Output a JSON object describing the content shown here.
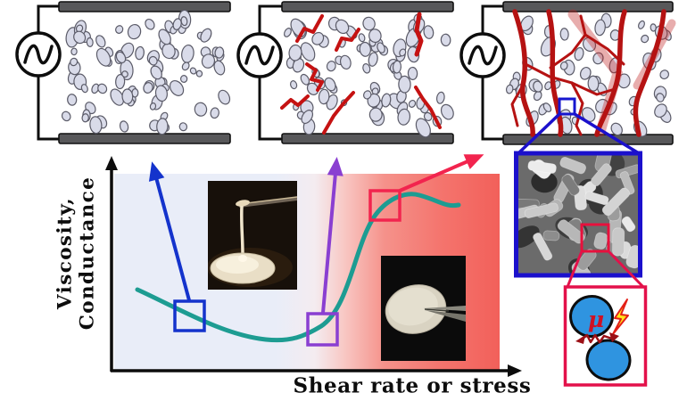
{
  "axes": {
    "y_label_line1": "Viscosity,",
    "y_label_line2": "Conductance",
    "x_label": "Shear rate or stress"
  },
  "insets": {
    "contact": {
      "mu_label": "μ"
    }
  },
  "icons": {
    "ac_source": "sine-wave-in-circle",
    "lightning": "lightning-bolt",
    "zoom_callouts": [
      "blue-square-callout",
      "red-square-callout"
    ]
  },
  "chart": {
    "type": "line",
    "curve_shape": "shear-thinning decrease, minimum, steep shear-thickening rise, high plateau",
    "x_axis": "Shear rate or stress (unlabeled arrow axis)",
    "y_axis": "Viscosity, Conductance (unlabeled arrow axis)",
    "markers": [
      "blue-square low-shear state",
      "purple-square onset state",
      "crimson-square thickened state"
    ]
  },
  "colors": {
    "curve_teal": "#1d9c92",
    "marker_blue": "#1433cc",
    "marker_purple": "#8a3fd1",
    "marker_crimson": "#f2244e",
    "network_red": "#b51212",
    "chain_red": "#c51212",
    "particle_fill": "#d9dbe9",
    "electrode_gray": "#58585a",
    "plot_gradient_left": "#e9edf8",
    "plot_gradient_right": "#f2615a",
    "contact_particle_blue": "#2f94e0",
    "lightning_yellow": "#ffe61a"
  }
}
